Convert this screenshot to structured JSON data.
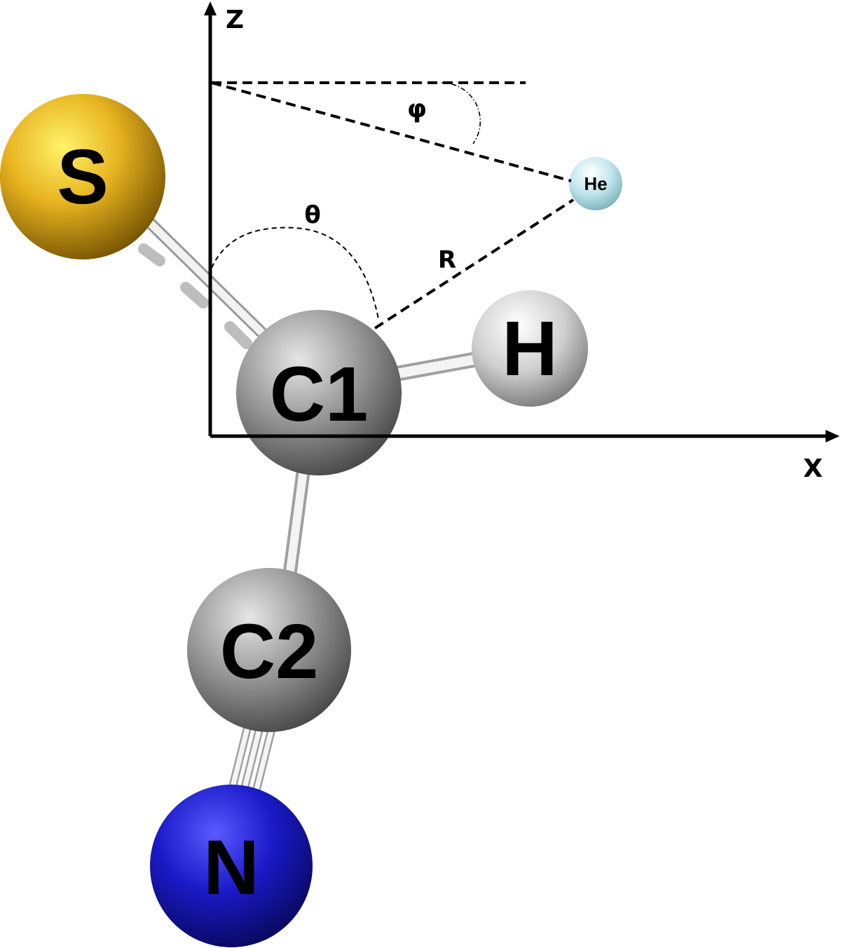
{
  "axes": {
    "z_label": "Z",
    "x_label": "X"
  },
  "angles": {
    "phi": "φ",
    "theta": "θ",
    "distance": "R"
  },
  "atoms": {
    "sulfur": {
      "label": "S",
      "color": "#e8b420"
    },
    "carbon1": {
      "label": "C1",
      "color": "#8c8c8c"
    },
    "hydrogen": {
      "label": "H",
      "color": "#cfcfcf"
    },
    "helium": {
      "label": "He",
      "color": "#bfe6ec"
    },
    "carbon2": {
      "label": "C2",
      "color": "#8c8c8c"
    },
    "nitrogen": {
      "label": "N",
      "color": "#1a1ac8"
    }
  }
}
